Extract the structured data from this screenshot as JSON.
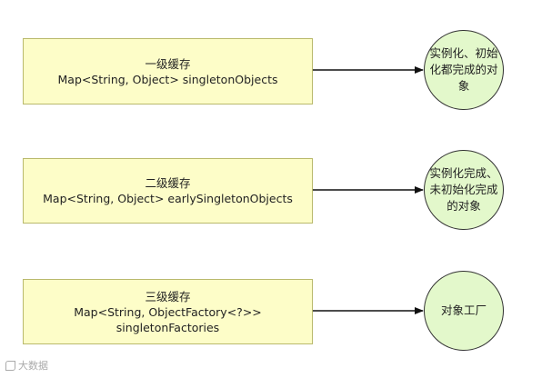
{
  "nodes": [
    {
      "lines": [
        "一级缓存",
        "Map<String, Object> singletonObjects"
      ],
      "result_lines": [
        "实例化、初始",
        "化都完成的对",
        "象"
      ]
    },
    {
      "lines": [
        "二级缓存",
        "Map<String, Object> earlySingletonObjects"
      ],
      "result_lines": [
        "实例化完成、",
        "未初始化完成",
        "的对象"
      ]
    },
    {
      "lines": [
        "三级缓存",
        "Map<String, ObjectFactory<?>>",
        "singletonFactories"
      ],
      "result_lines": [
        "对象工厂"
      ]
    }
  ],
  "watermark": "大数据"
}
